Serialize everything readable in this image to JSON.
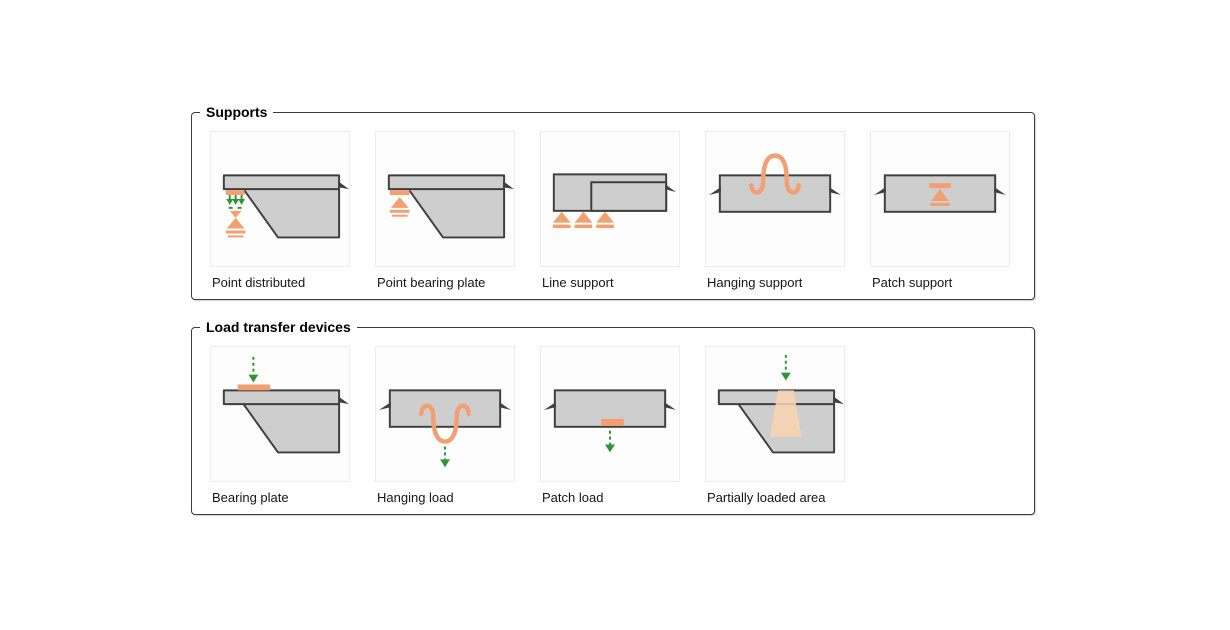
{
  "groups": [
    {
      "title": "Supports",
      "items": [
        {
          "label": "Point distributed",
          "icon": "point-distributed-icon"
        },
        {
          "label": "Point bearing plate",
          "icon": "point-bearing-plate-icon"
        },
        {
          "label": "Line support",
          "icon": "line-support-icon"
        },
        {
          "label": "Hanging support",
          "icon": "hanging-support-icon"
        },
        {
          "label": "Patch support",
          "icon": "patch-support-icon"
        }
      ]
    },
    {
      "title": "Load transfer devices",
      "items": [
        {
          "label": "Bearing plate",
          "icon": "bearing-plate-icon"
        },
        {
          "label": "Hanging load",
          "icon": "hanging-load-icon"
        },
        {
          "label": "Patch load",
          "icon": "patch-load-icon"
        },
        {
          "label": "Partially loaded area",
          "icon": "partially-loaded-area-icon"
        }
      ]
    }
  ],
  "colors": {
    "beam_fill": "#cecece",
    "beam_stroke": "#3f3f3f",
    "accent_orange": "#f2a072",
    "accent_orange_light": "#fad3b3",
    "accent_green": "#2f9435",
    "group_border": "#3c3c3c",
    "card_bg": "#fdfdfd",
    "card_border": "#ececec",
    "label_color": "#161616"
  }
}
